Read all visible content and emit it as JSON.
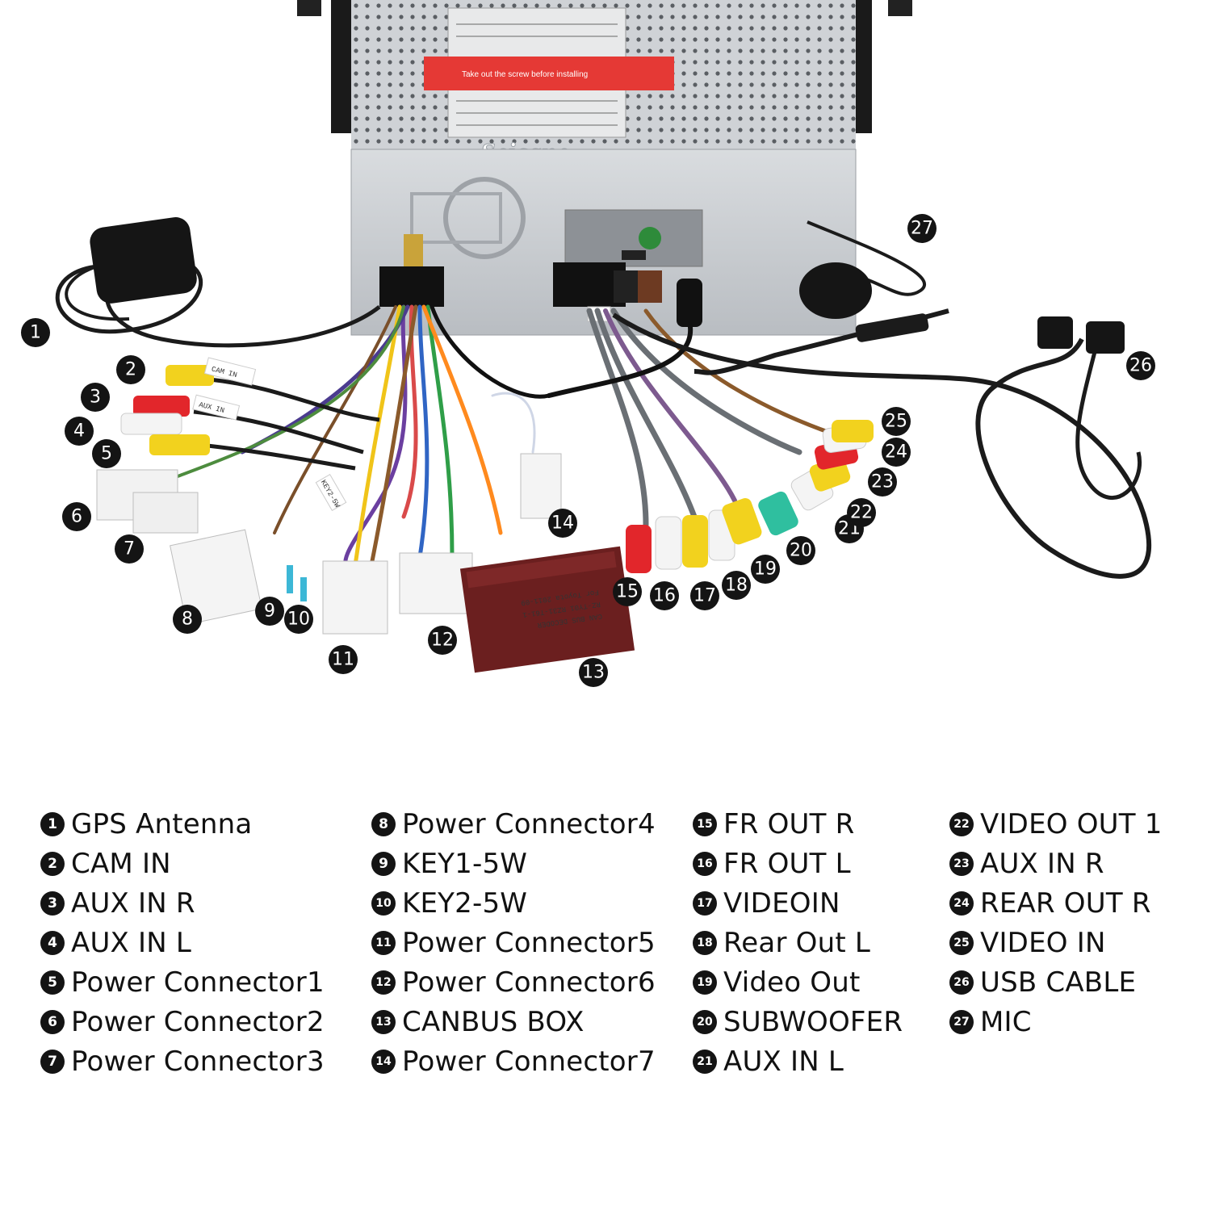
{
  "brand": "Seicane",
  "warning_label": "Take out the screw before installing",
  "tags": {
    "cam_in": "CAM IN",
    "aux_in": "AUX IN",
    "key2": "KEY2-5W",
    "canbus_line1": "CAN BUS DECODER",
    "canbus_line2": "RZ-TY01 RZ31-T61-1",
    "canbus_line3": "For Toyota 2011-09"
  },
  "callouts": [
    "1",
    "2",
    "3",
    "4",
    "5",
    "6",
    "7",
    "8",
    "9",
    "10",
    "11",
    "12",
    "13",
    "14",
    "15",
    "16",
    "17",
    "18",
    "19",
    "20",
    "21",
    "22",
    "23",
    "24",
    "25",
    "26",
    "27"
  ],
  "legend": {
    "col1": [
      {
        "num": "1",
        "label": "GPS Antenna"
      },
      {
        "num": "2",
        "label": "CAM IN"
      },
      {
        "num": "3",
        "label": "AUX IN R"
      },
      {
        "num": "4",
        "label": "AUX IN L"
      },
      {
        "num": "5",
        "label": "Power Connector1"
      },
      {
        "num": "6",
        "label": "Power Connector2"
      },
      {
        "num": "7",
        "label": "Power Connector3"
      }
    ],
    "col2": [
      {
        "num": "8",
        "label": "Power Connector4"
      },
      {
        "num": "9",
        "label": "KEY1-5W"
      },
      {
        "num": "10",
        "label": "KEY2-5W"
      },
      {
        "num": "11",
        "label": "Power Connector5"
      },
      {
        "num": "12",
        "label": "Power Connector6"
      },
      {
        "num": "13",
        "label": "CANBUS BOX"
      },
      {
        "num": "14",
        "label": "Power Connector7"
      }
    ],
    "col3": [
      {
        "num": "15",
        "label": "FR OUT R"
      },
      {
        "num": "16",
        "label": "FR OUT L"
      },
      {
        "num": "17",
        "label": "VIDEOIN"
      },
      {
        "num": "18",
        "label": "Rear Out L"
      },
      {
        "num": "19",
        "label": "Video Out"
      },
      {
        "num": "20",
        "label": "SUBWOOFER"
      },
      {
        "num": "21",
        "label": "AUX IN L"
      }
    ],
    "col4": [
      {
        "num": "22",
        "label": "VIDEO OUT 1"
      },
      {
        "num": "23",
        "label": "AUX IN R"
      },
      {
        "num": "24",
        "label": "REAR OUT R"
      },
      {
        "num": "25",
        "label": "VIDEO IN"
      },
      {
        "num": "26",
        "label": "USB CABLE"
      },
      {
        "num": "27",
        "label": "MIC"
      }
    ]
  },
  "colors": {
    "badge": "#141414",
    "chassis": "#c9ccd0",
    "rca_red": "#e2262b",
    "rca_yellow": "#f2d21e",
    "rca_white": "#f4f4f4",
    "rca_green": "#2fbf9f",
    "canbus_box": "#6b1f1f",
    "cable": "#1b1b1b"
  }
}
